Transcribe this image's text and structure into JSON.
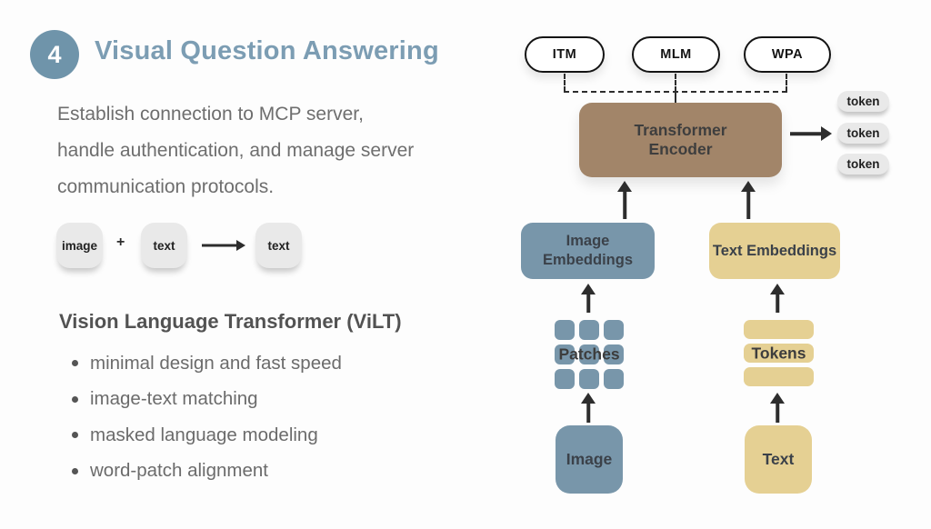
{
  "header": {
    "number": "4",
    "title": "Visual Question Answering"
  },
  "description": {
    "lines": [
      "Establish connection to MCP server,",
      "handle authentication, and manage server",
      "communication protocols."
    ]
  },
  "formula": {
    "input_image": "image",
    "plus": "+",
    "input_text": "text",
    "output": "text"
  },
  "vilt": {
    "heading": "Vision Language Transformer (ViLT)",
    "bullets": [
      "minimal design and fast speed",
      "image-text matching",
      "masked language modeling",
      "word-patch alignment"
    ]
  },
  "diagram": {
    "objectives": {
      "itm": "ITM",
      "mlm": "MLM",
      "wpa": "WPA"
    },
    "encoder": {
      "line1": "Transformer",
      "line2": "Encoder"
    },
    "output_tokens": [
      "token",
      "token",
      "token"
    ],
    "image_branch": {
      "embeddings_line1": "Image",
      "embeddings_line2": "Embeddings",
      "patches_label": "Patches",
      "source": "Image"
    },
    "text_branch": {
      "embeddings": "Text Embeddings",
      "tokens_label": "Tokens",
      "source": "Text"
    }
  },
  "colors": {
    "accent_blue": "#6f94aa",
    "title_blue": "#7c9db3",
    "box_blue": "#7896aa",
    "box_tan": "#e5d093",
    "box_brown": "#a28569",
    "chip_gray": "#e9e9e9",
    "line_dark": "#2d2d2d",
    "text_dark": "#3d3d3d",
    "body_gray": "#6e6e6e"
  }
}
